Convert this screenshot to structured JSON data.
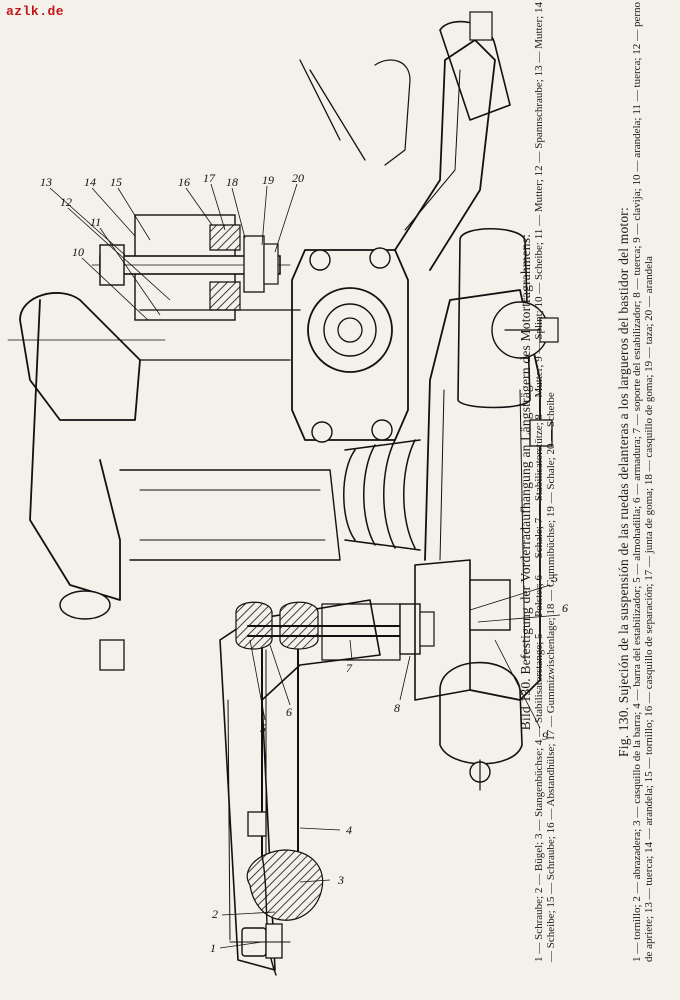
{
  "site_mark": "azlk.de",
  "callouts": [
    "1",
    "2",
    "3",
    "4",
    "5",
    "6",
    "7",
    "8",
    "9",
    "10",
    "11",
    "12",
    "13",
    "14",
    "15",
    "16",
    "17",
    "18",
    "19",
    "20",
    "5",
    "6"
  ],
  "caption_de": {
    "title": "Bild 130. Befestigung der Vorderradaufhängung an Längsträgern des Motortragrahmens:",
    "legend": "1 — Schraube; 2 — Bügel; 3 — Stangenbüchse; 4 — Stabilisatorstange; 5 — Polster; 6 — Schale; 7 — Stabilisatorstütze; 8 — Mutter; 9 — Splint; 10 — Scheibe; 11 — Mutter; 12 — Spannschraube; 13 — Mutter; 14 — Scheibe; 15 — Schraube; 16 — Abstandhülse; 17 — Gummizwischenlage; 18 — Gummibüchse; 19 — Schale; 20 — Scheibe"
  },
  "caption_es": {
    "title": "Fig. 130. Sujeción de la suspensión de las ruedas delanteras a los largueros del bastidor del motor:",
    "legend": "1 — tornillo; 2 — abrazadera; 3 — casquillo de la barra; 4 — barra del estabilizador; 5 — almohadilla; 6 — armadura; 7 — soporte del estabilizador; 8 — tuerca; 9 — clavija; 10 — arandela; 11 — tuerca; 12 — perno de apriete; 13 — tuerca; 14 — arandela; 15 — tornillo; 16 — casquillo de separación; 17 — junta de goma; 18 — casquillo de goma; 19 — taza; 20 — arandela"
  }
}
